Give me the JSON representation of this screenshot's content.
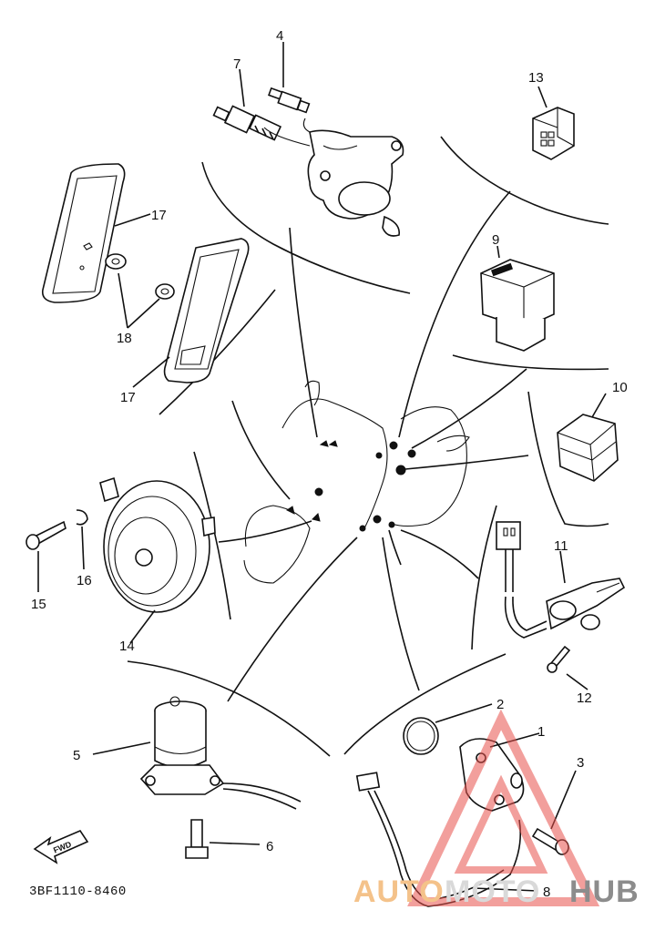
{
  "diagram": {
    "part_code": "3BF1110-8460",
    "forward_label": "FWD",
    "callouts": [
      "1",
      "2",
      "3",
      "4",
      "5",
      "6",
      "7",
      "8",
      "9",
      "10",
      "11",
      "12",
      "13",
      "14",
      "15",
      "16",
      "17",
      "17",
      "18"
    ],
    "parts": {
      "1": "1",
      "2": "2",
      "3": "3",
      "4": "4",
      "5": "5",
      "6": "6",
      "7": "7",
      "8": "8",
      "9": "9",
      "10": "10",
      "11": "11",
      "12": "12",
      "13": "13",
      "14": "14",
      "15": "15",
      "16": "16",
      "17a": "17",
      "17b": "17",
      "18": "18"
    }
  },
  "watermark": {
    "part1": "AUTO",
    "part2": "MOTO",
    "part3": "HUB",
    "color_auto": "#f4c28a",
    "color_moto": "#d9d9d9",
    "color_hub": "#8c8c8c",
    "triangle_color": "#e8504a"
  }
}
